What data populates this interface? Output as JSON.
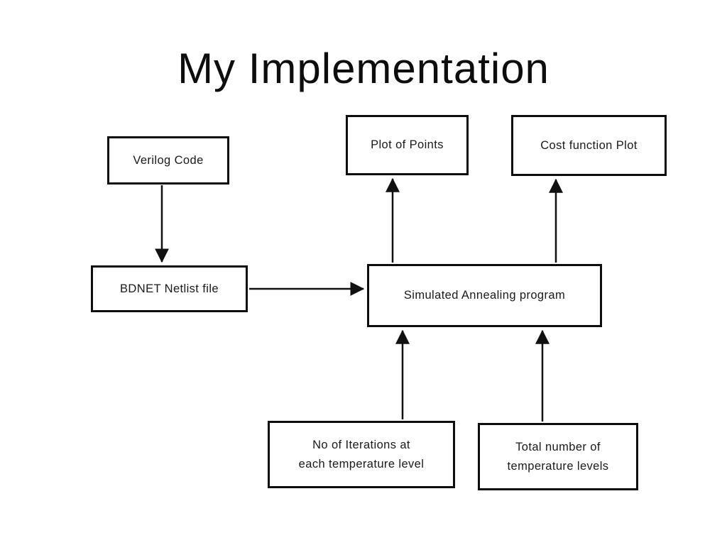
{
  "title": "My Implementation",
  "diagram": {
    "nodes": {
      "verilog": {
        "label": "Verilog Code"
      },
      "plot_points": {
        "label": "Plot of Points"
      },
      "cost_plot": {
        "label": "Cost function Plot"
      },
      "bdnet": {
        "label": "BDNET Netlist file"
      },
      "sa_program": {
        "label": "Simulated Annealing program"
      },
      "iterations": {
        "label_line1": "No of Iterations at",
        "label_line2": "each temperature level"
      },
      "temp_levels": {
        "label_line1": "Total number of",
        "label_line2": "temperature levels"
      }
    },
    "edges": [
      {
        "from": "verilog",
        "to": "bdnet"
      },
      {
        "from": "bdnet",
        "to": "sa_program"
      },
      {
        "from": "sa_program",
        "to": "plot_points"
      },
      {
        "from": "sa_program",
        "to": "cost_plot"
      },
      {
        "from": "iterations",
        "to": "sa_program"
      },
      {
        "from": "temp_levels",
        "to": "sa_program"
      }
    ],
    "colors": {
      "background": "#ffffff",
      "line": "#111111",
      "text": "#1a1a1a",
      "box_border": "#0d0d0d"
    }
  }
}
